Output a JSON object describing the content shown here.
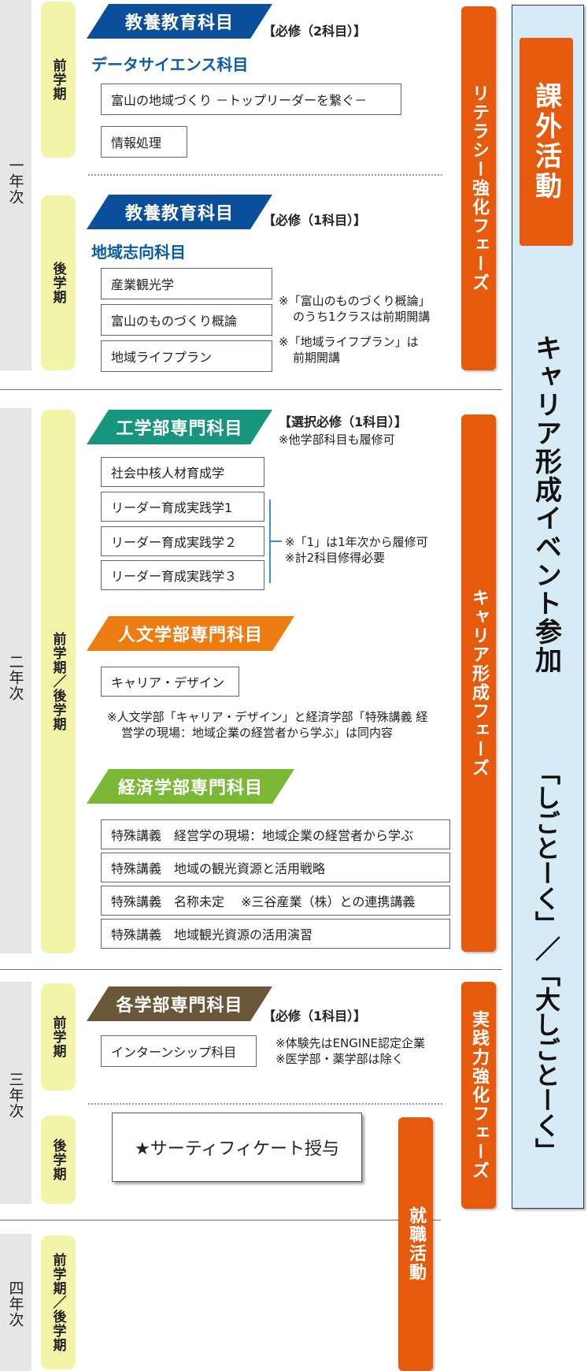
{
  "years": {
    "y1": "一年次",
    "y2": "二年次",
    "y3": "三年次",
    "y4": "四年次"
  },
  "terms": {
    "y1_zenki": "前学期",
    "y1_kouki": "後学期",
    "y2_full": "前学期／後学期",
    "y3_zenki": "前学期",
    "y3_kouki": "後学期",
    "y4_full": "前学期／後学期"
  },
  "phases": {
    "literacy": "リテラシー強化フェーズ",
    "career": "キャリア形成フェーズ",
    "practical": "実践力強化フェーズ",
    "shushoku": "就職活動"
  },
  "right_panel": {
    "kagai": "課外活動",
    "event": "キャリア形成イベント参加",
    "shigoto": "「しごとーく」／「大しごとーく」"
  },
  "sec1": {
    "header": "教養教育科目",
    "req": "【必修（2科目）】",
    "sublabel": "データサイエンス科目",
    "courses": [
      "富山の地域づくり －トップリーダーを繋ぐ－",
      "情報処理"
    ]
  },
  "sec2": {
    "header": "教養教育科目",
    "req": "【必修（1科目）】",
    "sublabel": "地域志向科目",
    "courses": [
      "産業観光学",
      "富山のものづくり概論",
      "地域ライフプラン"
    ],
    "notes": [
      "※「富山のものづくり概論」",
      "のうち1クラスは前期開講",
      "※「地域ライフプラン」は",
      "前期開講"
    ]
  },
  "sec3": {
    "header": "工学部専門科目",
    "req": "【選択必修（1科目）】",
    "req2": "※他学部科目も履修可",
    "courses": [
      "社会中核人材育成学",
      "リーダー育成実践学1",
      "リーダー育成実践学２",
      "リーダー育成実践学３"
    ],
    "notes": [
      "※「1」は1年次から履修可",
      "※計2科目修得必要"
    ]
  },
  "sec4": {
    "header": "人文学部専門科目",
    "courses": [
      "キャリア・デザイン"
    ],
    "notes": [
      "※人文学部「キャリア・デザイン」と経済学部「特殊講義 経",
      "営学の現場：地域企業の経営者から学ぶ」は同内容"
    ]
  },
  "sec5": {
    "header": "経済学部専門科目",
    "courses": [
      "特殊講義　経営学の現場：地域企業の経営者から学ぶ",
      "特殊講義　地域の観光資源と活用戦略",
      "特殊講義　名称未定　 ※三谷産業（株）との連携講義",
      "特殊講義　地域観光資源の活用演習"
    ]
  },
  "sec6": {
    "header": "各学部専門科目",
    "req": "【必修（1科目）】",
    "courses": [
      "インターンシップ科目"
    ],
    "notes": [
      "※体験先はENGINE認定企業",
      "※医学部・薬学部は除く"
    ]
  },
  "certificate": "★サーティフィケート授与",
  "colors": {
    "navy": "#0b4f9c",
    "teal": "#17957d",
    "orange": "#ed7d12",
    "green": "#7bb835",
    "brown": "#6a5638",
    "phase_orange": "#e55a0c",
    "term_yellow": "#f2f4a8",
    "year_gray": "#e6e6e6",
    "panel_blue": "#d7ebf6"
  }
}
